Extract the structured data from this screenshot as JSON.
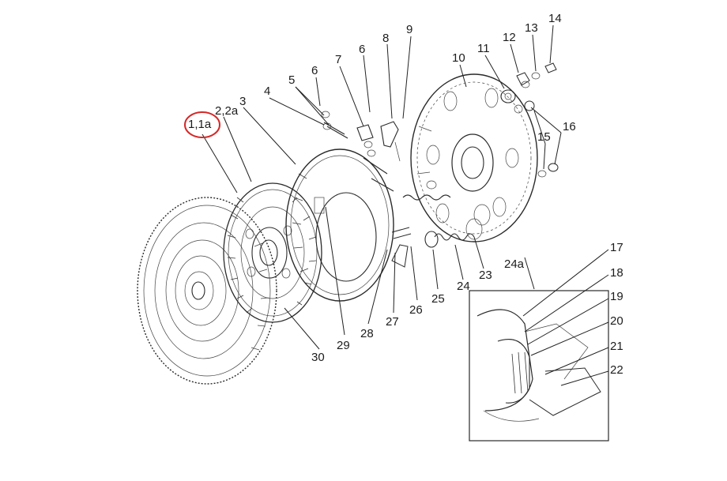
{
  "diagram": {
    "highlight_color": "#d62828",
    "labels": {
      "p1": "1,1a",
      "p2": "2,2a",
      "p3": "3",
      "p4": "4",
      "p5": "5",
      "p6a": "6",
      "p6b": "6",
      "p7": "7",
      "p8": "8",
      "p9": "9",
      "p10": "10",
      "p11": "11",
      "p12": "12",
      "p13": "13",
      "p14": "14",
      "p15": "15",
      "p16": "16",
      "p17": "17",
      "p18": "18",
      "p19": "19",
      "p20": "20",
      "p21": "21",
      "p22": "22",
      "p23": "23",
      "p24": "24",
      "p24a": "24a",
      "p25": "25",
      "p26": "26",
      "p27": "27",
      "p28": "28",
      "p29": "29",
      "p30": "30"
    }
  }
}
